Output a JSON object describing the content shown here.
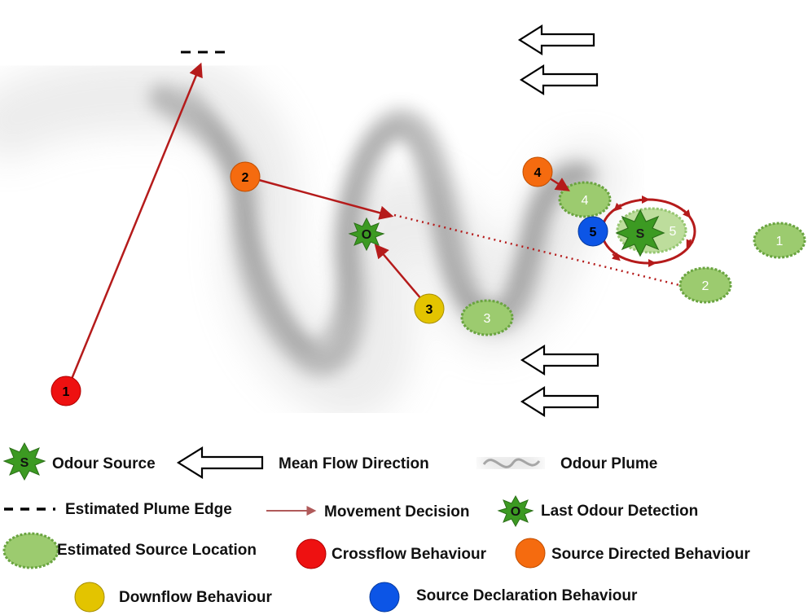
{
  "colors": {
    "crossflow": "#ee1111",
    "source_directed": "#f56b0f",
    "downflow": "#e3c400",
    "declaration": "#0c55e6",
    "movement": "#b51b1b",
    "source_star": "#3c9a22",
    "estimate_fill": "#9ccb6f",
    "estimate_border": "#6aa440",
    "plume": "#8a8a8a"
  },
  "markers": {
    "crossflow": "1",
    "source_directed": "2",
    "downflow": "3",
    "source_directed_2": "4",
    "declaration": "5",
    "source": "S",
    "last_detection": "O"
  },
  "estimates": [
    "1",
    "2",
    "3",
    "4",
    "5"
  ],
  "legend": {
    "odour_source": "Odour Source",
    "mean_flow": "Mean Flow Direction",
    "odour_plume": "Odour Plume",
    "plume_edge": "Estimated Plume Edge",
    "movement": "Movement Decision",
    "last_detection": "Last Odour Detection",
    "estimated_source": "Estimated Source Location",
    "crossflow": "Crossflow Behaviour",
    "source_directed": "Source Directed Behaviour",
    "downflow": "Downflow Behaviour",
    "declaration": "Source Declaration Behaviour",
    "source_symbol": "S",
    "detection_symbol": "O"
  }
}
